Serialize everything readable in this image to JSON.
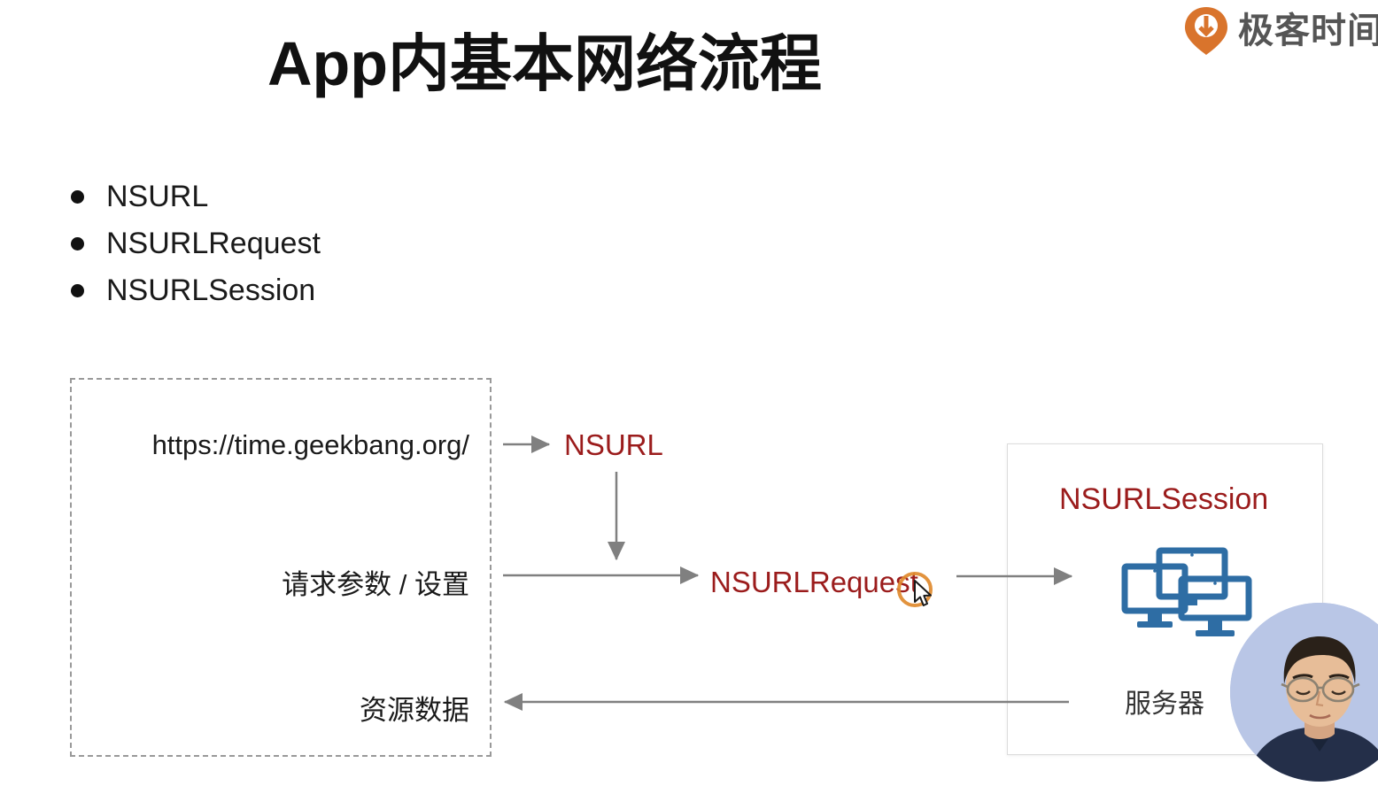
{
  "slide": {
    "title": "App内基本网络流程",
    "brand": {
      "name": "极客时间",
      "logo_icon": "geektime-pin-logo-icon",
      "accent_color": "#D9742C"
    },
    "bullets": [
      {
        "label": "NSURL"
      },
      {
        "label": "NSURLRequest"
      },
      {
        "label": "NSURLSession"
      }
    ],
    "diagram": {
      "client_box": {
        "name": "app-client-boundary",
        "rows": [
          {
            "key": "url",
            "label": "https://time.geekbang.org/"
          },
          {
            "key": "params",
            "label": "请求参数 / 设置"
          },
          {
            "key": "res",
            "label": "资源数据"
          }
        ]
      },
      "nodes": [
        {
          "key": "nsurl",
          "label": "NSURL",
          "color": "#9B1C1C"
        },
        {
          "key": "nsurlrequest",
          "label": "NSURLRequest",
          "color": "#9B1C1C"
        }
      ],
      "server_panel": {
        "title": "NSURLSession",
        "title_color": "#9B1C1C",
        "caption": "服务器",
        "icon": "server-monitors-icon",
        "icon_color": "#2E6DA4",
        "border_color": "#DCDCDC"
      },
      "arrows": [
        {
          "name": "url-to-nsurl-arrow",
          "direction": "right"
        },
        {
          "name": "nsurl-to-nsurlrequest-arrow",
          "direction": "down"
        },
        {
          "name": "params-to-nsurlrequest-arrow",
          "direction": "right"
        },
        {
          "name": "nsurlrequest-to-session-arrow",
          "direction": "right"
        },
        {
          "name": "server-to-resource-arrow",
          "direction": "left"
        }
      ],
      "arrow_color": "#808080"
    },
    "cursor": {
      "name": "mouse-cursor",
      "click_highlight_color": "#E08A2E"
    },
    "avatar": {
      "name": "presenter-webcam-avatar",
      "background_color": "#B9C6E6"
    }
  }
}
